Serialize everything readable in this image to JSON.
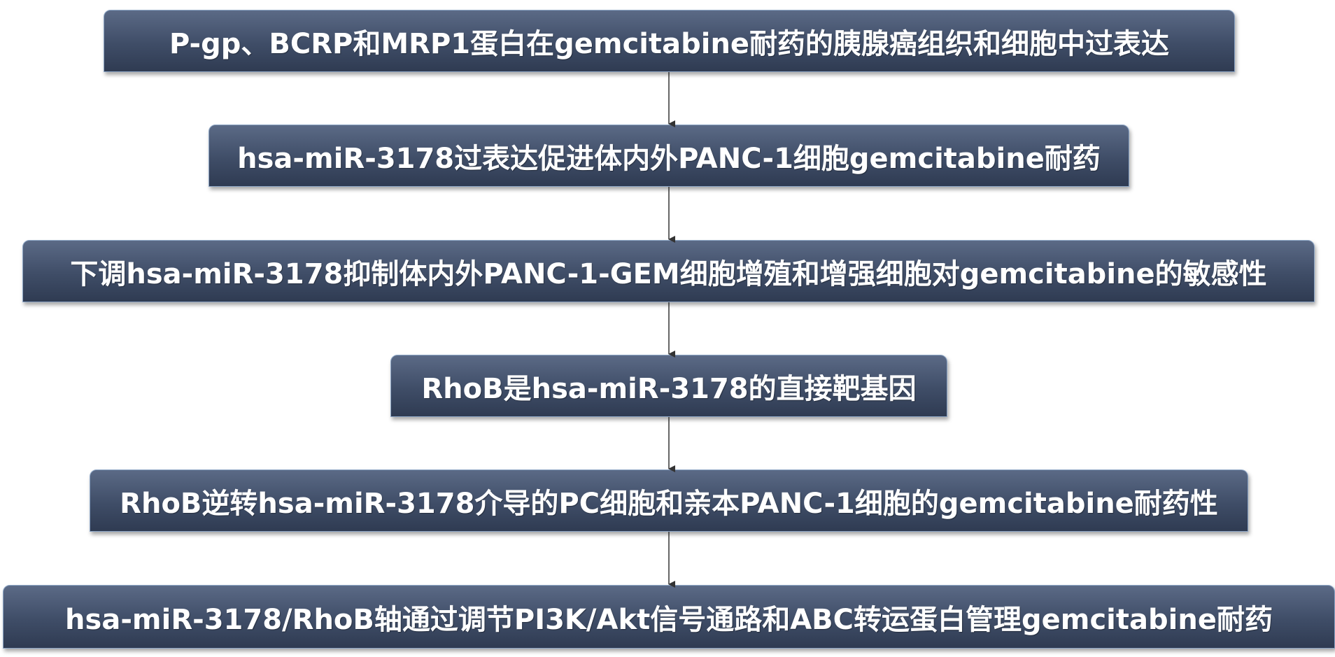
{
  "flowchart": {
    "steps": [
      {
        "id": "step-1",
        "text": "P-gp、BCRP和MRP1蛋白在gemcitabine耐药的胰腺癌组织和细胞中过表达"
      },
      {
        "id": "step-2",
        "text": "hsa-miR-3178过表达促进体内外PANC-1细胞gemcitabine耐药"
      },
      {
        "id": "step-3",
        "text": "下调hsa-miR-3178抑制体内外PANC-1-GEM细胞增殖和增强细胞对gemcitabine的敏感性"
      },
      {
        "id": "step-4",
        "text": "RhoB是hsa-miR-3178的直接靶基因"
      },
      {
        "id": "step-5",
        "text": "RhoB逆转hsa-miR-3178介导的PC细胞和亲本PANC-1细胞的gemcitabine耐药性"
      },
      {
        "id": "step-6",
        "text": "hsa-miR-3178/RhoB轴通过调节PI3K/Akt信号通路和ABC转运蛋白管理gemcitabine耐药"
      }
    ],
    "colors": {
      "box_top": "#5b6a86",
      "box_bottom": "#2f3b52",
      "box_border": "#8da6c6",
      "text": "#ffffff",
      "arrow": "#333333"
    }
  }
}
